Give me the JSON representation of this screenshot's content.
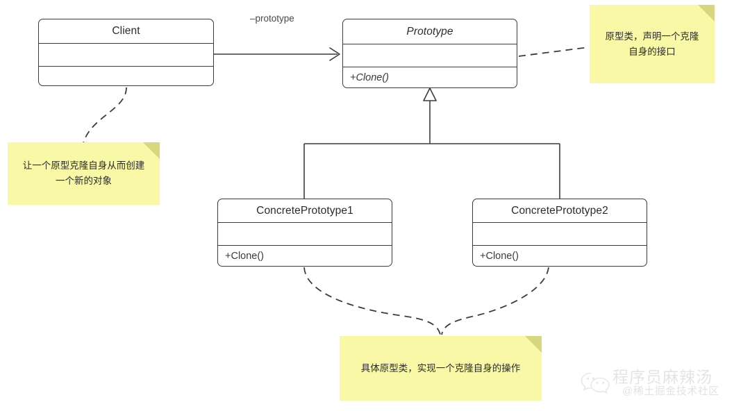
{
  "diagram": {
    "title": "Prototype Pattern Class Diagram",
    "background_color": "#ffffff",
    "stroke_color": "#3a3a3a",
    "note_color": "#f8f8a6",
    "note_fold_color": "#d7d77e"
  },
  "classes": [
    {
      "id": "client",
      "name": "Client",
      "abstract": false,
      "attributes": "",
      "operations": ""
    },
    {
      "id": "prototype",
      "name": "Prototype",
      "abstract": true,
      "attributes": "",
      "operations": "+Clone()"
    },
    {
      "id": "concrete1",
      "name": "ConcretePrototype1",
      "abstract": false,
      "attributes": "",
      "operations": "+Clone()"
    },
    {
      "id": "concrete2",
      "name": "ConcretePrototype2",
      "abstract": false,
      "attributes": "",
      "operations": "+Clone()"
    }
  ],
  "relations": {
    "association_label": "–prototype",
    "association_from": "Client",
    "association_to": "Prototype",
    "generalization_from": [
      "ConcretePrototype1",
      "ConcretePrototype2"
    ],
    "generalization_to": "Prototype"
  },
  "notes": [
    {
      "id": "note-prototype",
      "text": "原型类，声明一个克隆\n自身的接口",
      "anchor": "Prototype"
    },
    {
      "id": "note-client",
      "text": "让一个原型克隆自身从而创建\n一个新的对象",
      "anchor": "Client"
    },
    {
      "id": "note-concrete",
      "text": "具体原型类，实现一个克隆自身的操作",
      "anchor": "ConcretePrototype1, ConcretePrototype2"
    }
  ],
  "watermark": {
    "line1": "程序员麻辣汤",
    "line2": "@稀土掘金技术社区",
    "logo": "wechat-icon"
  }
}
